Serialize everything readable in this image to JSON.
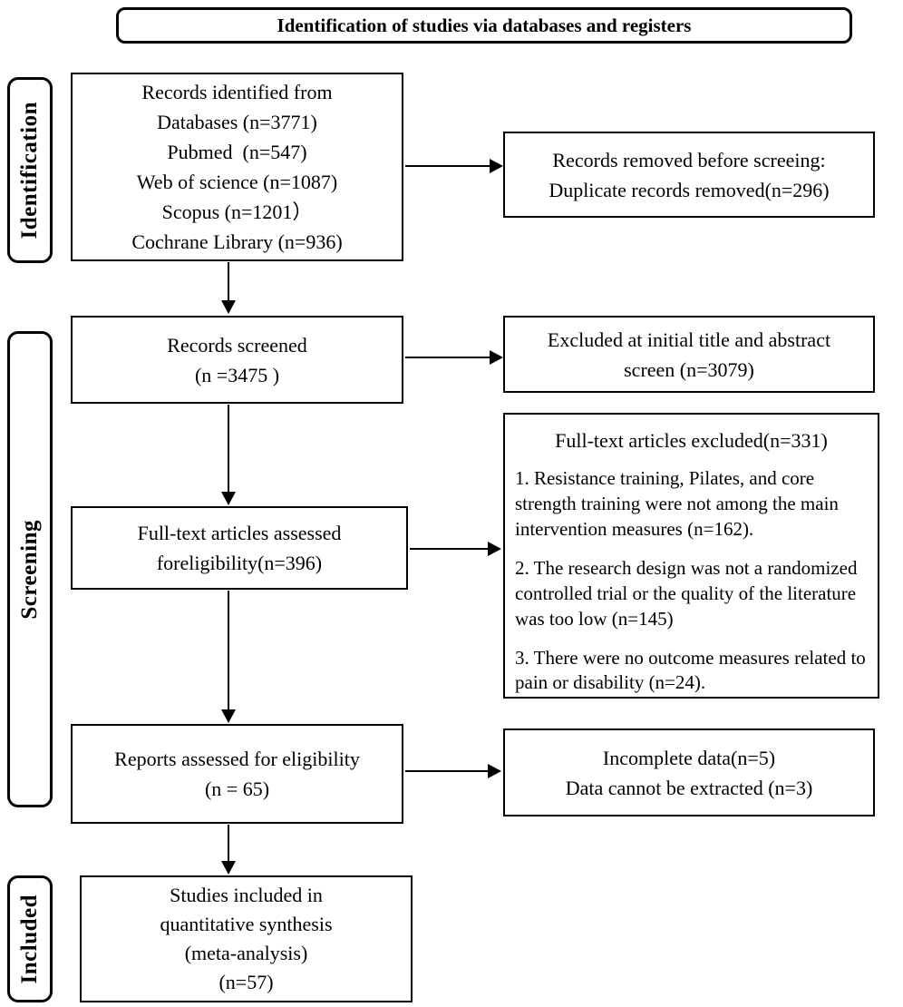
{
  "diagram_title": "Identification of studies via databases and registers",
  "colors": {
    "border": "#000000",
    "background": "#ffffff",
    "text": "#000000"
  },
  "stage_labels": {
    "identification": "Identification",
    "screening": "Screening",
    "included": "Included"
  },
  "boxes": {
    "records_identified": {
      "lines": [
        "Records identified from",
        "Databases (n=3771)",
        "Pubmed  (n=547)",
        "Web of science (n=1087)",
        "Scopus (n=1201）",
        "Cochrane Library (n=936)"
      ]
    },
    "records_removed": {
      "lines": [
        "Records removed before screeing:",
        "Duplicate records removed(n=296)"
      ]
    },
    "records_screened": {
      "lines": [
        "Records screened",
        "(n =3475 )"
      ]
    },
    "excluded_title_abstract": {
      "lines": [
        "Excluded at initial title and abstract",
        "screen (n=3079)"
      ]
    },
    "fulltext_assessed": {
      "lines": [
        "Full-text articles assessed",
        "foreligibility(n=396)"
      ]
    },
    "fulltext_excluded": {
      "heading": "Full-text articles excluded(n=331)",
      "reasons": [
        "1. Resistance training, Pilates, and core strength training were not among the main intervention measures (n=162).",
        "2. The research design was not a randomized controlled trial or the quality of the literature was too low (n=145)",
        "3. There were no outcome measures related to pain or disability (n=24)."
      ]
    },
    "reports_assessed": {
      "lines": [
        "Reports assessed for eligibility",
        "(n = 65)"
      ]
    },
    "reports_excluded": {
      "lines": [
        "Incomplete data(n=5)",
        "Data cannot be extracted (n=3)"
      ]
    },
    "studies_included": {
      "lines": [
        "Studies included in",
        "quantitative synthesis",
        "(meta-analysis)",
        "(n=57)"
      ]
    }
  }
}
